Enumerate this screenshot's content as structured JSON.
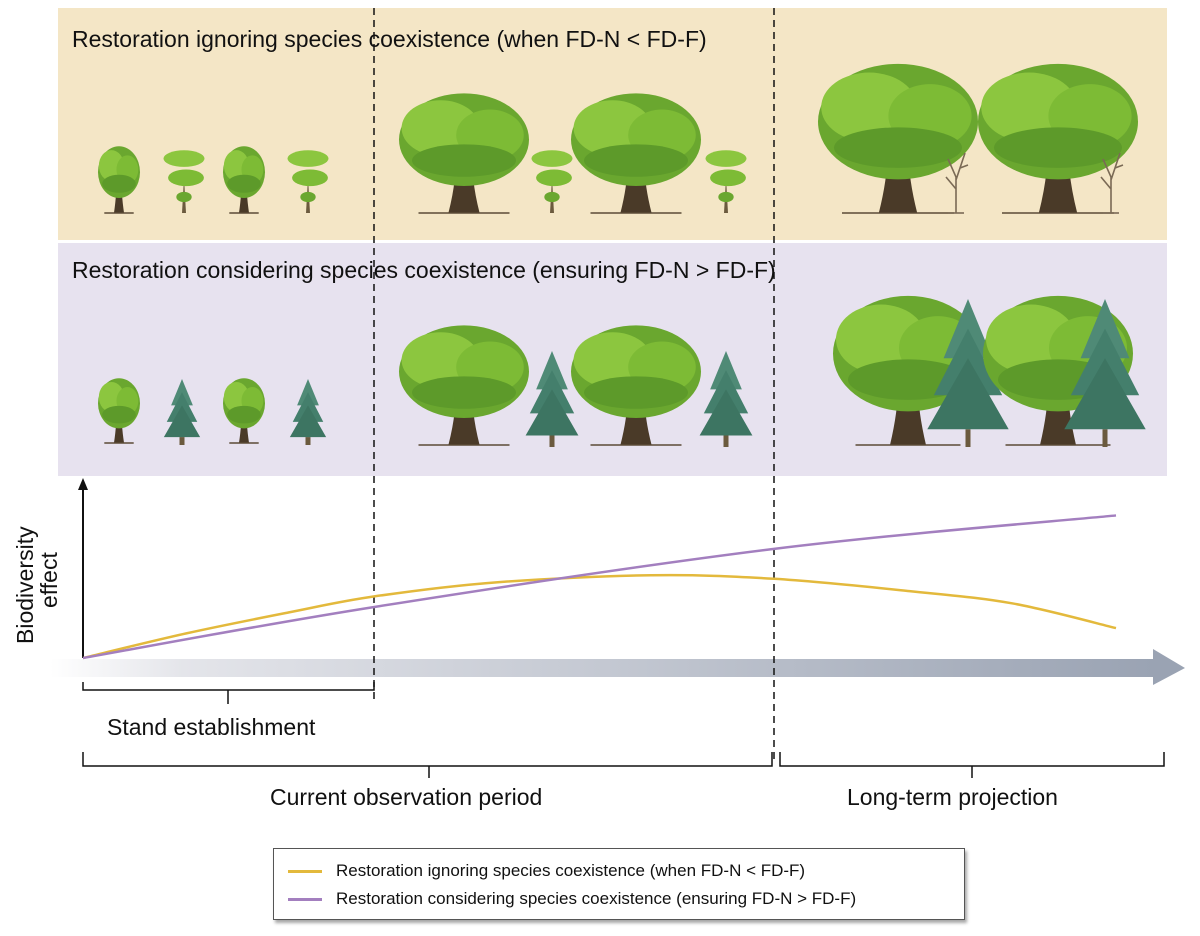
{
  "panels": {
    "top": {
      "title": "Restoration ignoring species coexistence (when FD-N < FD-F)",
      "background": "#f4e6c6",
      "stages": [
        {
          "name": "early",
          "trees": [
            "broadleaf-small",
            "broadleaf-shrub-small",
            "broadleaf-small",
            "broadleaf-shrub-small"
          ]
        },
        {
          "name": "middle",
          "trees": [
            "broadleaf-large",
            "broadleaf-shrub-small",
            "broadleaf-large",
            "broadleaf-shrub-small"
          ]
        },
        {
          "name": "late",
          "trees": [
            "broadleaf-very-large",
            "dead-tree",
            "broadleaf-very-large",
            "dead-tree"
          ]
        }
      ]
    },
    "bottom": {
      "title": "Restoration considering species coexistence (ensuring FD-N > FD-F)",
      "background": "#e7e2ef",
      "stages": [
        {
          "name": "early",
          "trees": [
            "broadleaf-small",
            "conifer-small",
            "broadleaf-small",
            "conifer-small"
          ]
        },
        {
          "name": "middle",
          "trees": [
            "broadleaf-large",
            "conifer-medium",
            "broadleaf-large",
            "conifer-medium"
          ]
        },
        {
          "name": "late",
          "trees": [
            "broadleaf-very-large",
            "conifer-large",
            "broadleaf-very-large",
            "conifer-large"
          ]
        }
      ]
    }
  },
  "chart_data": {
    "type": "line",
    "title": "",
    "xlabel": "",
    "ylabel": "Biodiversity effect",
    "xlim": [
      0,
      100
    ],
    "ylim": [
      0,
      100
    ],
    "grid": false,
    "legend_position": "bottom-center",
    "phase_boundaries_x": [
      28.2,
      66.9
    ],
    "series": [
      {
        "name": "Restoration ignoring species coexistence (when FD-N < FD-F)",
        "color": "#e3b93c",
        "x": [
          0,
          10,
          20,
          28.2,
          40,
          55,
          66.9,
          80,
          90,
          100
        ],
        "y": [
          0,
          14,
          26,
          35,
          43,
          47,
          45,
          38,
          31,
          17
        ]
      },
      {
        "name": "Restoration considering species coexistence (ensuring FD-N > FD-F)",
        "color": "#a37fbf",
        "x": [
          0,
          28.2,
          66.9,
          100
        ],
        "y": [
          0,
          29,
          62,
          81
        ]
      }
    ]
  },
  "phases": {
    "stand_establishment": "Stand establishment",
    "current_observation": "Current observation period",
    "long_term": "Long-term projection"
  },
  "legend": {
    "items": [
      {
        "label": "Restoration ignoring species coexistence (when FD-N < FD-F)",
        "color": "#e3b93c"
      },
      {
        "label": "Restoration considering species coexistence (ensuring FD-N > FD-F)",
        "color": "#a37fbf"
      }
    ]
  },
  "axis": {
    "y_label_line1": "Biodiversity",
    "y_label_line2": "effect",
    "time_arrow_color": "#9aa3b3"
  }
}
